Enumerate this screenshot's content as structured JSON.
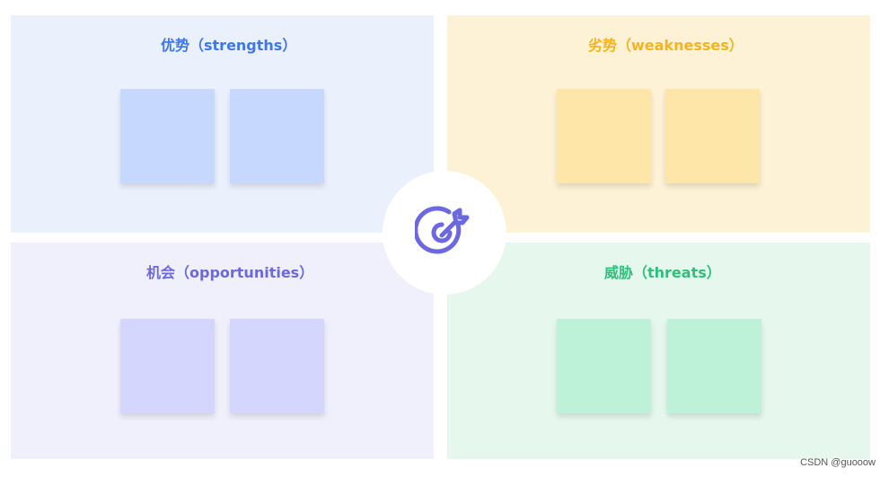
{
  "colors": {
    "strengths": "#3f77e8",
    "weaknesses": "#f5b41e",
    "opportunities": "#6b68e0",
    "threats": "#2ec07a",
    "center_icon": "#6b68e0"
  },
  "quadrants": {
    "strengths": {
      "title": "优势（strengths）"
    },
    "weaknesses": {
      "title": "劣势（weaknesses）"
    },
    "opportunities": {
      "title": "机会（opportunities）"
    },
    "threats": {
      "title": "威胁（threats）"
    }
  },
  "center": {
    "icon": "target-arrow-icon"
  },
  "watermark": "CSDN @guooow"
}
